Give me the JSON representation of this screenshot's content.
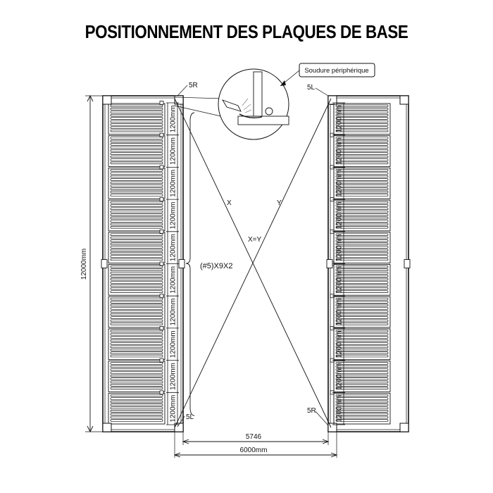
{
  "title": "POSITIONNEMENT DES PLAQUES DE BASE",
  "callout": "Soudure périphérique",
  "corners": {
    "left_top": "5R",
    "right_top": "5L",
    "left_bottom": "5L",
    "right_bottom": "5R"
  },
  "diagonals": {
    "x": "X",
    "y": "Y",
    "equality": "X=Y"
  },
  "bracket_label": "(#5)X9X2",
  "dimensions": {
    "height": "12000mm",
    "inner_width": "5746",
    "outer_width": "6000mm",
    "segment": "1200mm",
    "segment_count": 10
  },
  "colors": {
    "line": "#111111",
    "panel_fill": "#ffffff",
    "accent_gray": "#8a8a8a"
  }
}
